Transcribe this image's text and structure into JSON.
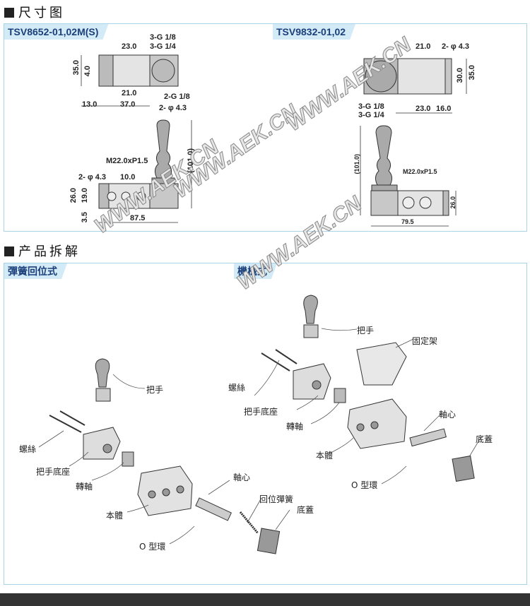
{
  "sections": {
    "dimensions": "尺寸图",
    "exploded": "产品拆解"
  },
  "dimension_tabs": [
    "TSV8652-01,02M(S)",
    "TSV9832-01,02"
  ],
  "left_dims": {
    "d1": "23.0",
    "d2": "3-G 1/8",
    "d3": "3-G 1/4",
    "d4": "35.0",
    "d5": "4.0",
    "d6": "21.0",
    "d7": "2-G 1/8",
    "d8": "13.0",
    "d9": "37.0",
    "d10": "2- φ 4.3",
    "d11": "M22.0xP1.5",
    "d12": "(101.0)",
    "d13": "2- φ 4.3",
    "d14": "10.0",
    "d15": "26.0",
    "d16": "19.0",
    "d17": "3.5",
    "d18": "87.5"
  },
  "right_dims": {
    "d1": "21.0",
    "d2": "2- φ 4.3",
    "d3": "30.0",
    "d4": "35.0",
    "d5": "3-G 1/8",
    "d6": "3-G 1/4",
    "d7": "23.0",
    "d8": "16.0",
    "d9": "(101.0)",
    "d10": "M22.0xP1.5",
    "d11": "26.0",
    "d12": "79.5"
  },
  "exploded_tabs": [
    "彈簧回位式",
    "機械式"
  ],
  "left_parts": {
    "handle": "把手",
    "screw": "螺絲",
    "handle_base": "把手底座",
    "shaft": "轉軸",
    "body": "本體",
    "spool": "軸心",
    "spring": "回位彈簧",
    "cover": "底蓋",
    "oring": "O 型環"
  },
  "right_parts": {
    "handle": "把手",
    "bracket": "固定架",
    "screw": "螺絲",
    "handle_base": "把手底座",
    "shaft": "轉軸",
    "spool": "軸心",
    "body": "本體",
    "cover": "底蓋",
    "oring": "O 型環"
  },
  "watermark": "WWW.AEK.CN"
}
